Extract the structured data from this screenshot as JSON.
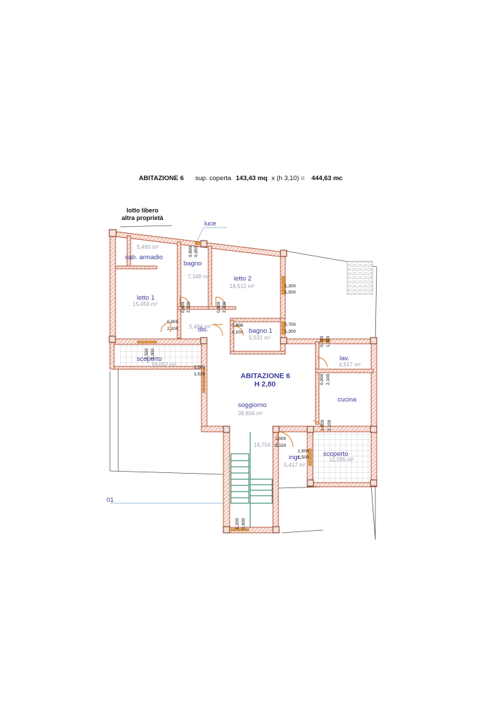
{
  "header": {
    "title": "ABITAZIONE 6",
    "sup_label": "sup. coperta",
    "sup_value": "143,43 mq",
    "formula": "x (h 3,10) =",
    "volume": "444,63 mc"
  },
  "notes": {
    "neighbor_line1": "lotto libero",
    "neighbor_line2": "altra proprietà",
    "light": "luce",
    "axis": "01"
  },
  "unit": {
    "name": "ABITAZIONE 6",
    "height": "H 2,80"
  },
  "rooms": {
    "cab_armadio": {
      "name": "cab. armadio",
      "area": "5,490 m²"
    },
    "bagno": {
      "name": "bagno",
      "area": "7,348 m²"
    },
    "letto2": {
      "name": "letto 2",
      "area": "18,512 m²"
    },
    "letto1": {
      "name": "letto 1",
      "area": "15,459 m²"
    },
    "dis": {
      "name": "dis.",
      "area": "5,494 m²"
    },
    "bagno1": {
      "name": "bagno 1",
      "area": "5,531 m²"
    },
    "scoperto_left": {
      "name": "scoperto",
      "area": "19,052 m²"
    },
    "lav": {
      "name": "lav.",
      "area": "4,917 m²"
    },
    "cucina": {
      "name": "cucina"
    },
    "soggiorno": {
      "name": "soggiorno",
      "area": "38,804 m²"
    },
    "ingr": {
      "name": "ingr.",
      "area": "5,417 m²"
    },
    "scoperto_right": {
      "name": "scoperto",
      "area": "11,595 m²"
    },
    "stair": {
      "area": "14,754 m²"
    }
  },
  "dims": {
    "luce_w": "0,800",
    "luce_h": "0,650",
    "bagno_w": "0,800",
    "bagno_h": "2,100",
    "letto2_w": "0,800",
    "letto2_h": "2,100",
    "win_l2_w": "1,300",
    "win_l2_h": "1,500",
    "dis_w": "0,900",
    "dis_h": "2,100",
    "b1_w": "0,800",
    "b1_h": "2,100",
    "b1win_w": "0,700",
    "b1win_h": "1,300",
    "lavwin_w": "0,700",
    "lavwin_h": "1,300",
    "l1door_w": "1,500",
    "l1door_h": "2,000",
    "sogwin_w": "2,500",
    "sogwin_h": "1,520",
    "lavdoor_w": "0,900",
    "lavdoor_h": "2,100",
    "cucdoor_w": "1,000",
    "cucdoor_h": "2,100",
    "entry_w": "1,000",
    "entry_h": "2,150",
    "ingwin_w": "1,500",
    "ingwin_h": "1,500",
    "stairwin_w": "1,200",
    "stairwin_h": "0,600"
  }
}
